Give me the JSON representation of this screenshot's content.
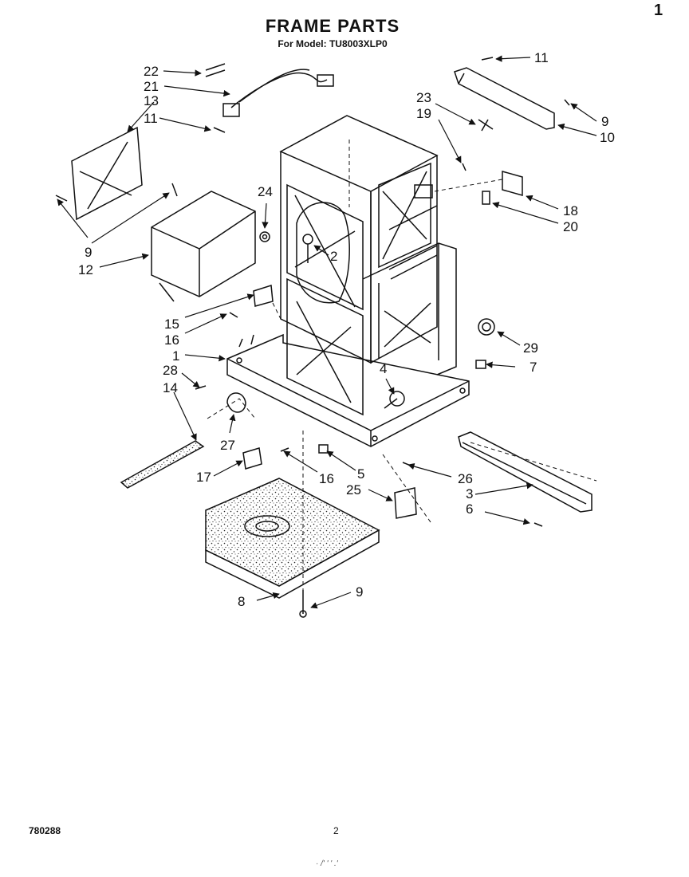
{
  "title": "FRAME PARTS",
  "subtitle": "For Model: TU8003XLP0",
  "corner_mark": "1",
  "doc_number": "780288",
  "page_number": "2",
  "scan_noise": "· /'  ' ' .'",
  "callouts": [
    "22",
    "21",
    "13",
    "11",
    "9",
    "12",
    "24",
    "2",
    "15",
    "16",
    "1",
    "28",
    "14",
    "27",
    "17",
    "16",
    "5",
    "25",
    "4",
    "7",
    "29",
    "26",
    "3",
    "6",
    "8",
    "9",
    "11",
    "23",
    "19",
    "9",
    "10",
    "18",
    "20"
  ]
}
